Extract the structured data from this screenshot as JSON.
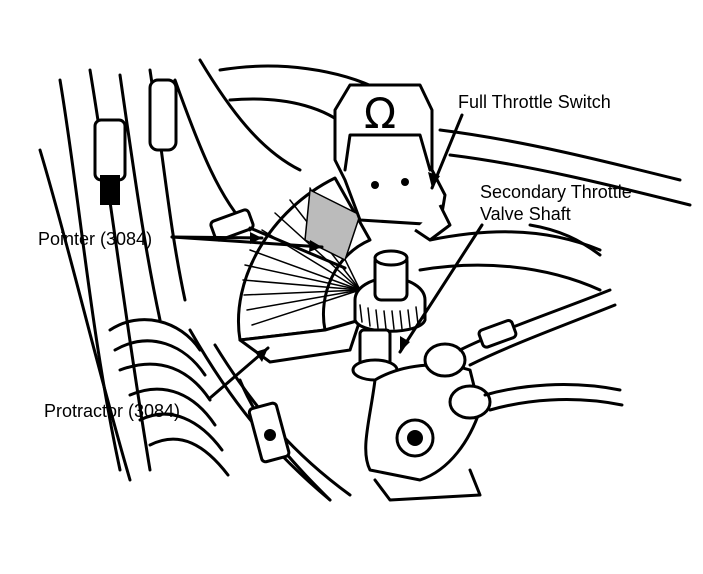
{
  "labels": {
    "full_throttle_switch": "Full Throttle Switch",
    "secondary_line1": "Secondary Throttle",
    "secondary_line2": "Valve Shaft",
    "pointer": "Pointer (3084)",
    "protractor": "Protractor (3084)"
  },
  "switch_symbol": "Ω",
  "colors": {
    "ink": "#000000",
    "paper": "#ffffff"
  }
}
